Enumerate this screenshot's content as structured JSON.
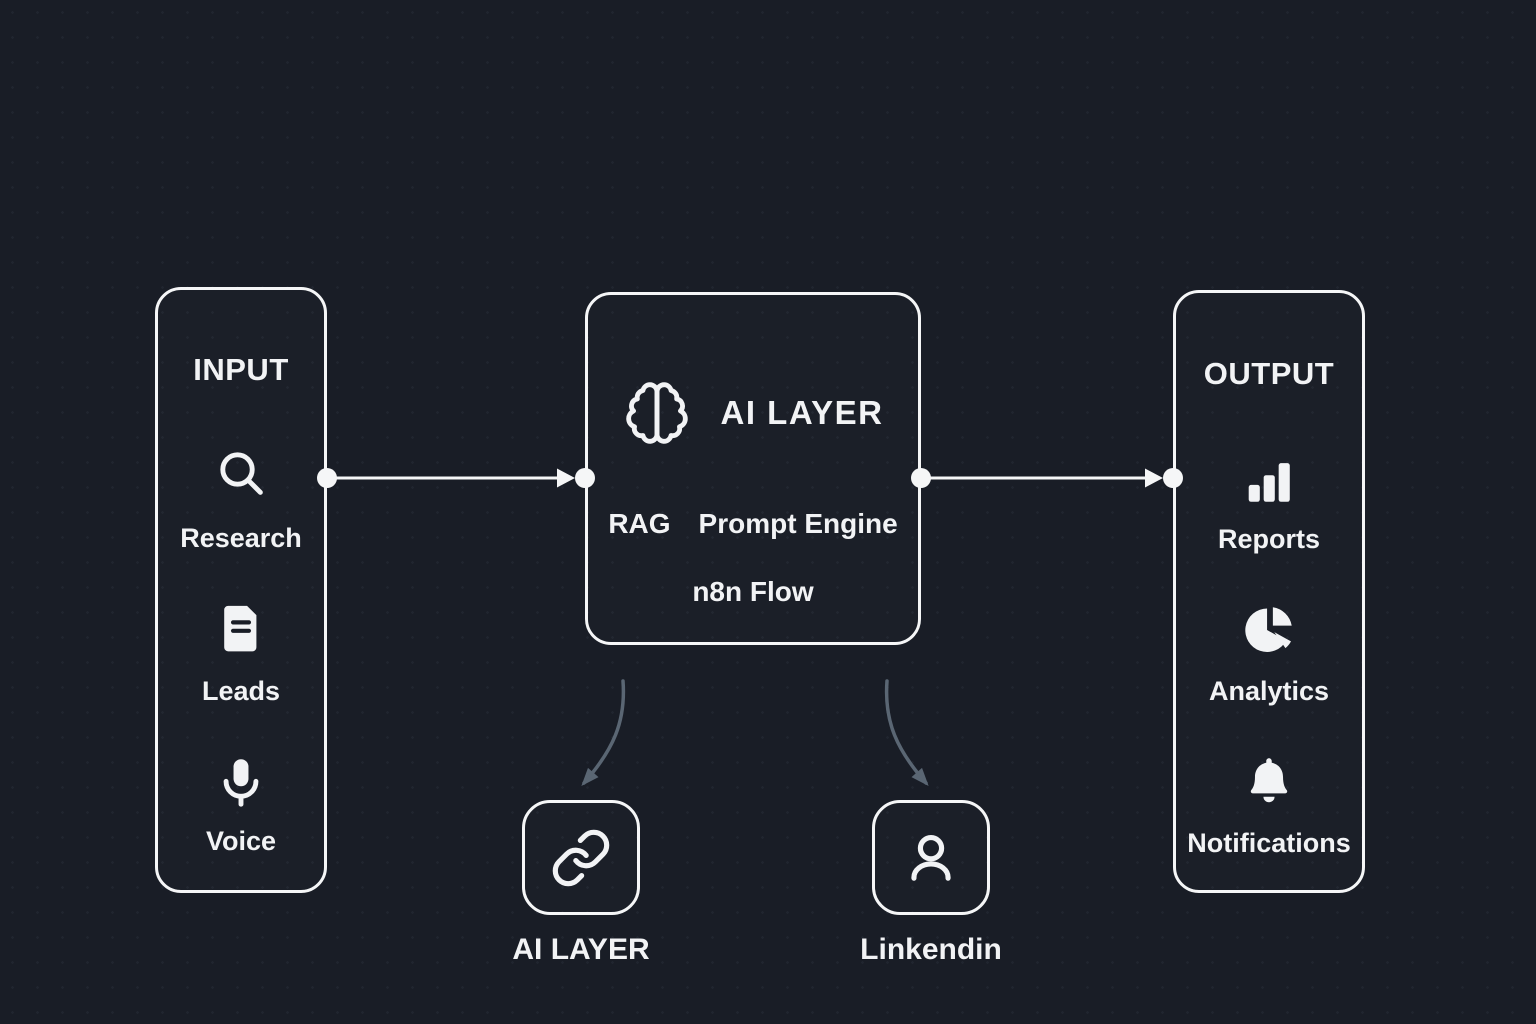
{
  "colors": {
    "background": "#191d26",
    "node_border": "#f5f6f7",
    "text": "#f2f3f5",
    "connector": "#f5f6f7",
    "curved_arrow": "#5a6673"
  },
  "input_panel": {
    "title": "INPUT",
    "items": [
      {
        "icon": "search-icon",
        "label": "Research"
      },
      {
        "icon": "document-icon",
        "label": "Leads"
      },
      {
        "icon": "microphone-icon",
        "label": "Voice"
      }
    ]
  },
  "ai_layer_box": {
    "icon": "brain-icon",
    "title": "AI LAYER",
    "rag_label": "RAG",
    "prompt_engine_label": "Prompt Engine",
    "flow_label": "n8n Flow"
  },
  "output_panel": {
    "title": "OUTPUT",
    "items": [
      {
        "icon": "bar-chart-icon",
        "label": "Reports"
      },
      {
        "icon": "pie-chart-icon",
        "label": "Analytics"
      },
      {
        "icon": "bell-icon",
        "label": "Notifications"
      }
    ]
  },
  "bottom_nodes": [
    {
      "icon": "link-icon",
      "label": "AI LAYER"
    },
    {
      "icon": "user-icon",
      "label": "Linkendin"
    }
  ]
}
